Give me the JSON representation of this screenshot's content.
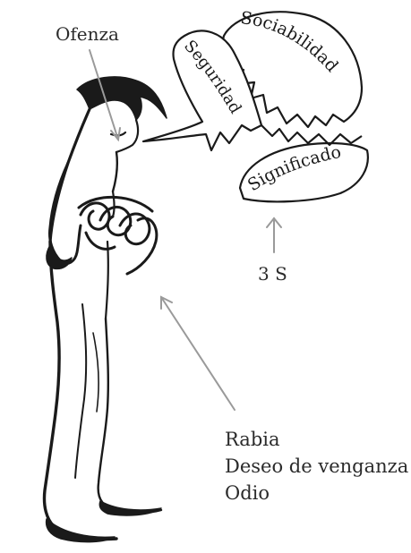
{
  "labels": {
    "offense": "Ofenza",
    "three_s": "3 S"
  },
  "bubble_words": {
    "security": "Seguridad",
    "sociability": "Sociabilidad",
    "significance": "Significado"
  },
  "emotions": [
    "Rabia",
    "Deseo de venganza",
    "Odio"
  ],
  "colors": {
    "ink": "#1a1a1a",
    "arrow": "#9a9a9a",
    "text": "#2b2b2b",
    "background": "#ffffff"
  }
}
